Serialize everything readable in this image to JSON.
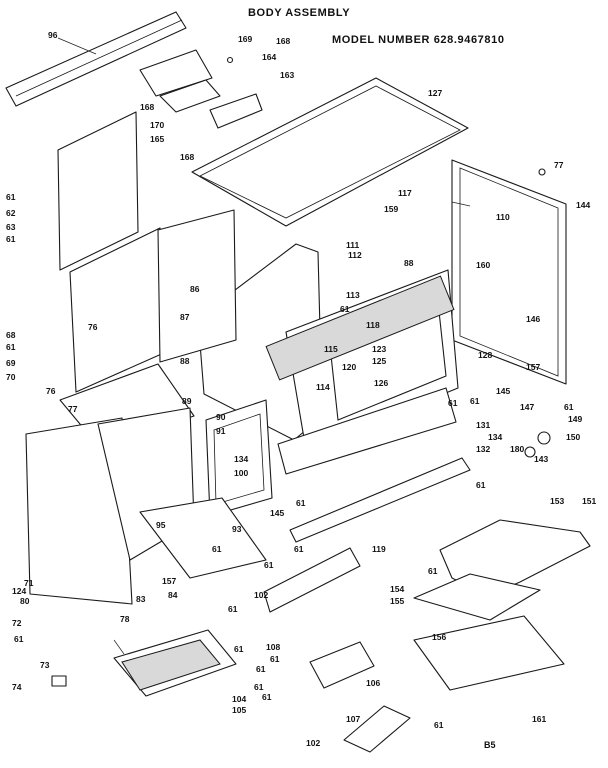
{
  "header": {
    "title": "BODY ASSEMBLY",
    "model": "MODEL NUMBER 628.9467810"
  },
  "footer": {
    "page": "B5"
  },
  "parts": [
    {
      "n": "96"
    },
    {
      "n": "169"
    },
    {
      "n": "168"
    },
    {
      "n": "164"
    },
    {
      "n": "163"
    },
    {
      "n": "168"
    },
    {
      "n": "170"
    },
    {
      "n": "165"
    },
    {
      "n": "168"
    },
    {
      "n": "127"
    },
    {
      "n": "77"
    },
    {
      "n": "144"
    },
    {
      "n": "117"
    },
    {
      "n": "110"
    },
    {
      "n": "159"
    },
    {
      "n": "111"
    },
    {
      "n": "112"
    },
    {
      "n": "88"
    },
    {
      "n": "160"
    },
    {
      "n": "61"
    },
    {
      "n": "62"
    },
    {
      "n": "63"
    },
    {
      "n": "61"
    },
    {
      "n": "86"
    },
    {
      "n": "113"
    },
    {
      "n": "61"
    },
    {
      "n": "118"
    },
    {
      "n": "146"
    },
    {
      "n": "115"
    },
    {
      "n": "123"
    },
    {
      "n": "125"
    },
    {
      "n": "120"
    },
    {
      "n": "68"
    },
    {
      "n": "61"
    },
    {
      "n": "76"
    },
    {
      "n": "87"
    },
    {
      "n": "69"
    },
    {
      "n": "70"
    },
    {
      "n": "88"
    },
    {
      "n": "76"
    },
    {
      "n": "128"
    },
    {
      "n": "126"
    },
    {
      "n": "114"
    },
    {
      "n": "157"
    },
    {
      "n": "145"
    },
    {
      "n": "61"
    },
    {
      "n": "147"
    },
    {
      "n": "61"
    },
    {
      "n": "77"
    },
    {
      "n": "89"
    },
    {
      "n": "61"
    },
    {
      "n": "149"
    },
    {
      "n": "90"
    },
    {
      "n": "91"
    },
    {
      "n": "131"
    },
    {
      "n": "134"
    },
    {
      "n": "180"
    },
    {
      "n": "150"
    },
    {
      "n": "143"
    },
    {
      "n": "132"
    },
    {
      "n": "134"
    },
    {
      "n": "100"
    },
    {
      "n": "61"
    },
    {
      "n": "145"
    },
    {
      "n": "61"
    },
    {
      "n": "153"
    },
    {
      "n": "151"
    },
    {
      "n": "95"
    },
    {
      "n": "93"
    },
    {
      "n": "61"
    },
    {
      "n": "119"
    },
    {
      "n": "61"
    },
    {
      "n": "61"
    },
    {
      "n": "71"
    },
    {
      "n": "157"
    },
    {
      "n": "124"
    },
    {
      "n": "80"
    },
    {
      "n": "83"
    },
    {
      "n": "84"
    },
    {
      "n": "102"
    },
    {
      "n": "61"
    },
    {
      "n": "154"
    },
    {
      "n": "155"
    },
    {
      "n": "61"
    },
    {
      "n": "72"
    },
    {
      "n": "61"
    },
    {
      "n": "78"
    },
    {
      "n": "61"
    },
    {
      "n": "108"
    },
    {
      "n": "61"
    },
    {
      "n": "156"
    },
    {
      "n": "73"
    },
    {
      "n": "74"
    },
    {
      "n": "61"
    },
    {
      "n": "104"
    },
    {
      "n": "105"
    },
    {
      "n": "106"
    },
    {
      "n": "61"
    },
    {
      "n": "61"
    },
    {
      "n": "107"
    },
    {
      "n": "161"
    },
    {
      "n": "61"
    },
    {
      "n": "102"
    }
  ]
}
